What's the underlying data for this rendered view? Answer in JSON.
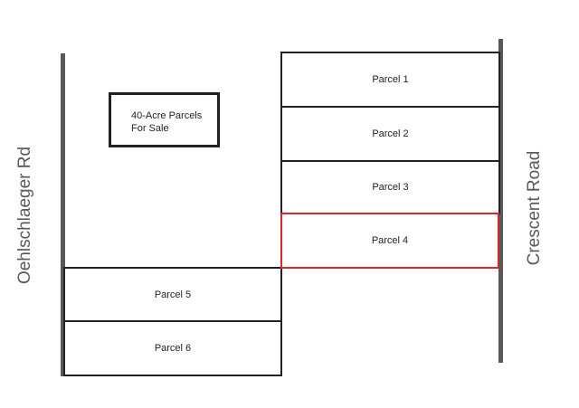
{
  "roads": {
    "left": "Oehlschlaeger Rd",
    "right": "Crescent Road"
  },
  "sign": {
    "line1": "40-Acre Parcels",
    "line2": "For Sale"
  },
  "parcels": [
    {
      "label": "Parcel 1",
      "highlighted": false
    },
    {
      "label": "Parcel 2",
      "highlighted": false
    },
    {
      "label": "Parcel 3",
      "highlighted": false
    },
    {
      "label": "Parcel 4",
      "highlighted": true
    },
    {
      "label": "Parcel 5",
      "highlighted": false
    },
    {
      "label": "Parcel 6",
      "highlighted": false
    }
  ],
  "colors": {
    "road": "#595959",
    "parcel_border": "#222222",
    "highlight": "#d9262c"
  }
}
